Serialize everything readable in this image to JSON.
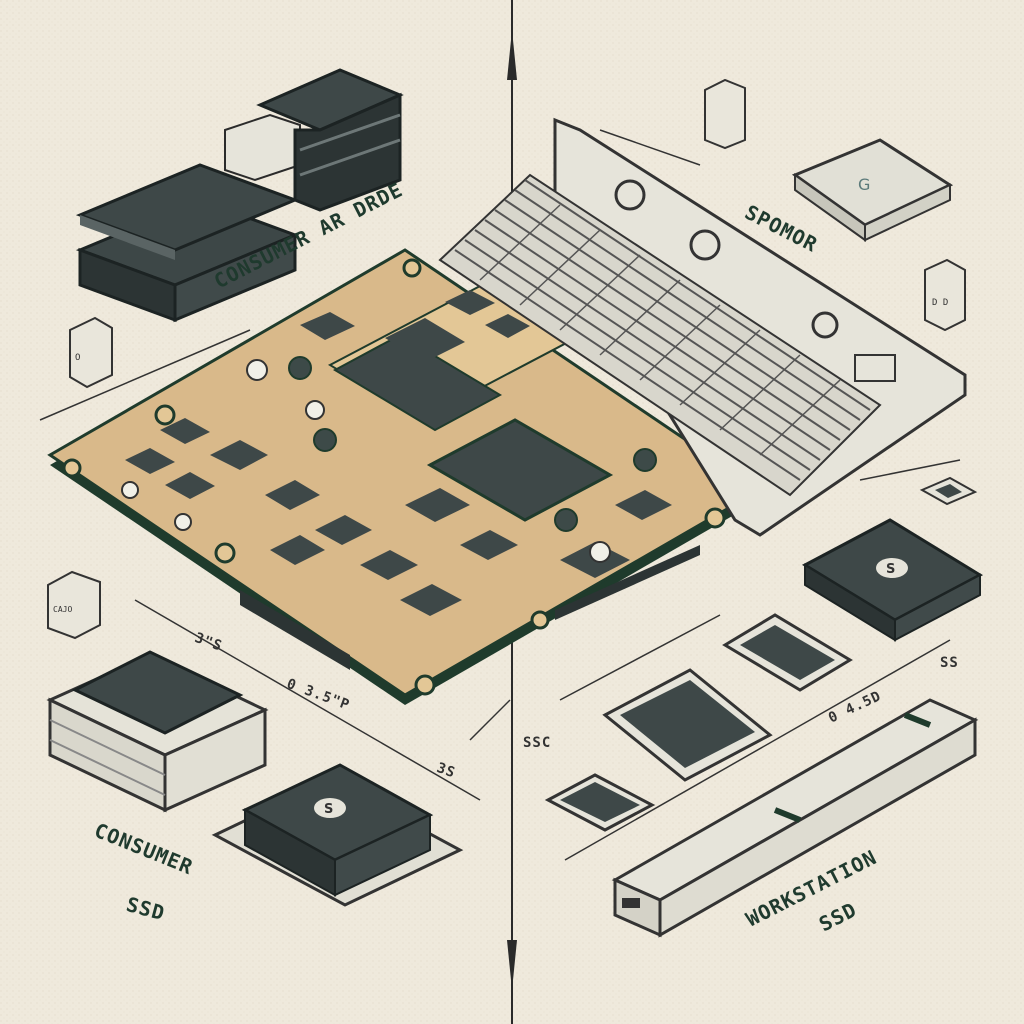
{
  "labels": {
    "consumer_grade": "CONSUMER AR DRDE",
    "sponsor": "SPOMOR",
    "consumer_ssd_line1": "CONSUMER",
    "consumer_ssd_line2": "SSD",
    "workstation_ssd_line1": "WORKSTATION",
    "workstation_ssd_line2": "SSD",
    "dim_3s_left": "3\"S",
    "dim_35_left": "0 3.5\"P",
    "dim_3s_bottom": "3S",
    "ssc": "SSC",
    "ss_right": "SS",
    "dim_right": "0 4.5D",
    "chip_s": "S",
    "block_left_text": "O",
    "block_right_text": "D D",
    "block_lower_left_text": "CAJO",
    "sponsor_chip_text": "G"
  },
  "colors": {
    "background": "#efe9dc",
    "pcb": "#d9b98a",
    "pcb_edge": "#1f3b2c",
    "chip_dark": "#3e4a4a",
    "metal_light": "#dcdcd2",
    "text_green": "#1f3a2e"
  }
}
